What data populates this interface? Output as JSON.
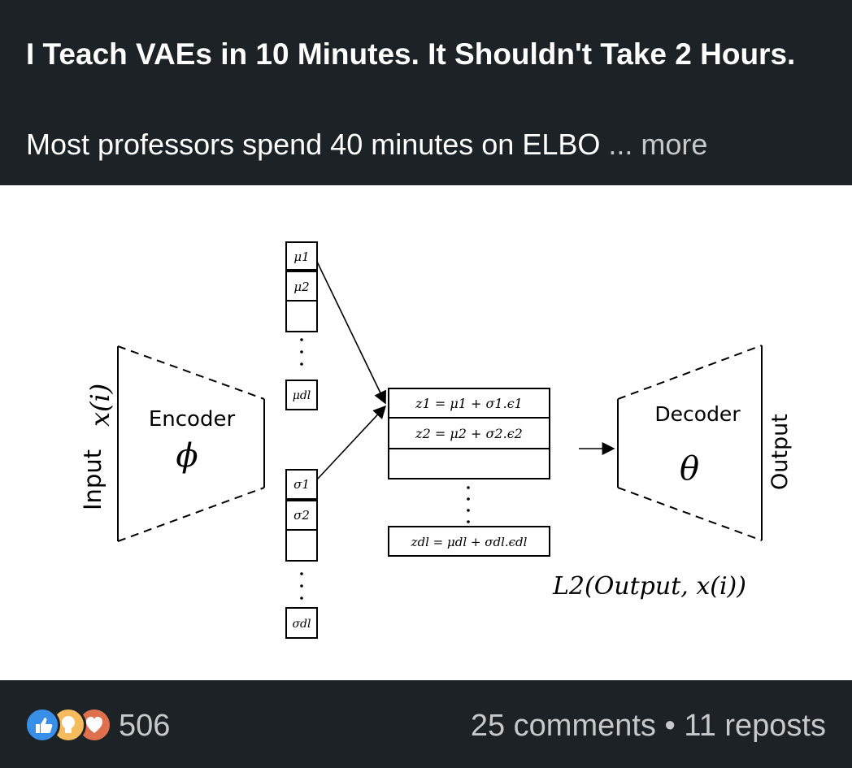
{
  "post": {
    "title": "I Teach VAEs in 10 Minutes. It Shouldn't Take 2 Hours.",
    "subtitle": "Most professors spend 40 minutes on ELBO",
    "more_label": "... more"
  },
  "diagram": {
    "input_label": "Input",
    "input_var": "x(i)",
    "encoder_label": "Encoder",
    "encoder_param": "ϕ",
    "mu_cells": [
      "μ1",
      "μ2",
      "μdl"
    ],
    "sigma_cells": [
      "σ1",
      "σ2",
      "σdl"
    ],
    "z_cells": [
      "z1 = μ1 + σ1.ϵ1",
      "z2 = μ2 + σ2.ϵ2",
      "zdl = μdl + σdl.ϵdl"
    ],
    "decoder_label": "Decoder",
    "decoder_param": "θ",
    "output_label": "Output",
    "loss_label": "L2(Output, x(i))"
  },
  "footer": {
    "reaction_count": "506",
    "comments": "25 comments",
    "separator": "•",
    "reposts": "11 reposts",
    "reaction_icons": [
      "like-icon",
      "insightful-icon",
      "love-icon"
    ]
  },
  "colors": {
    "background": "#1d2226",
    "text_primary": "#ffffff",
    "text_secondary": "#c5c9cc",
    "like": "#378fe9",
    "insightful": "#f5bb5c",
    "love": "#df704d"
  }
}
